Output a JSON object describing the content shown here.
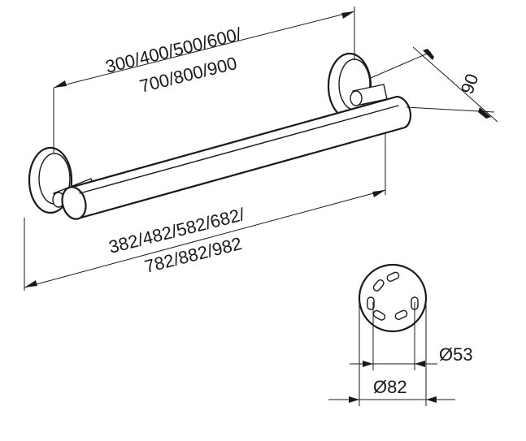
{
  "dimensions": {
    "hole_spacing_line1": "300/400/500/600/",
    "hole_spacing_line2": "700/800/900",
    "overall_length_line1": "382/482/582/682/",
    "overall_length_line2": "782/882/982",
    "projection": "90",
    "tube_diameter": "Ø53",
    "rosette_diameter": "Ø82"
  }
}
